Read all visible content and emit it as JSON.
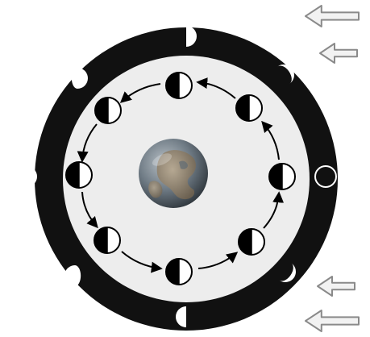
{
  "colors": {
    "background": "#ffffff",
    "outer_ring": "#111111",
    "inner_disk": "#ededed",
    "moon_lit": "#ffffff",
    "moon_dark": "#000000",
    "arrow": "#000000",
    "sunlight_arrow_fill": "#f2f2f2",
    "sunlight_arrow_stroke": "#8a8a8a",
    "earth_ocean": "#6e7a84",
    "earth_land": "#93836d"
  },
  "icons": {
    "center": "earth-icon",
    "orbit_moon": "moon-icon",
    "phase_moon": "moon-phase-icon",
    "orbit_arrow": "arrow-icon",
    "sunlight": "sunlight-arrow-icon"
  },
  "orbit_moons": [
    {
      "name": "top",
      "lit_side": "right"
    },
    {
      "name": "upper-right",
      "lit_side": "right"
    },
    {
      "name": "right",
      "lit_side": "right"
    },
    {
      "name": "lower-right",
      "lit_side": "right"
    },
    {
      "name": "bottom",
      "lit_side": "right"
    },
    {
      "name": "lower-left",
      "lit_side": "right"
    },
    {
      "name": "left",
      "lit_side": "right"
    },
    {
      "name": "upper-left",
      "lit_side": "right"
    }
  ],
  "outer_phases": [
    {
      "name": "new-moon"
    },
    {
      "name": "waxing-crescent"
    },
    {
      "name": "first-quarter"
    },
    {
      "name": "waxing-gibbous"
    },
    {
      "name": "full-moon"
    },
    {
      "name": "waning-gibbous"
    },
    {
      "name": "last-quarter"
    },
    {
      "name": "waning-crescent"
    }
  ],
  "sunlight_arrows": [
    {
      "name": "sunlight-arrow-1"
    },
    {
      "name": "sunlight-arrow-2"
    },
    {
      "name": "sunlight-arrow-3"
    },
    {
      "name": "sunlight-arrow-4"
    }
  ]
}
